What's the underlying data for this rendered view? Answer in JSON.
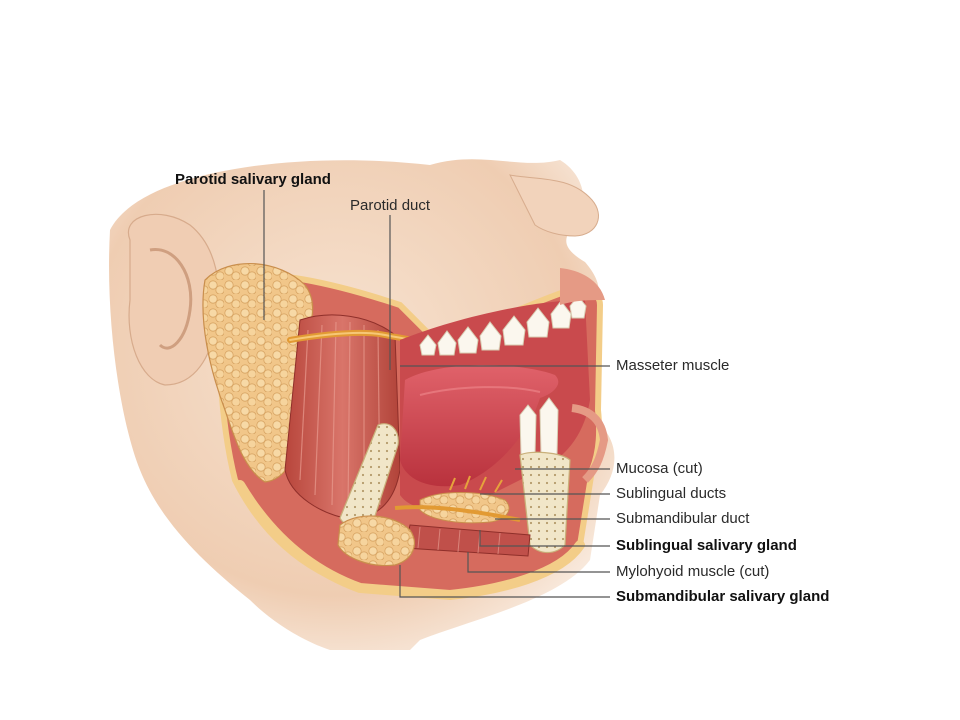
{
  "labels": {
    "parotid_gland": "Parotid salivary gland",
    "parotid_duct": "Parotid duct",
    "masseter": "Masseter muscle",
    "mucosa": "Mucosa (cut)",
    "sublingual_ducts": "Sublingual ducts",
    "submandibular_duct": "Submandibular duct",
    "sublingual_gland": "Sublingual salivary gland",
    "mylohyoid": "Mylohyoid muscle (cut)",
    "submandibular_gland": "Submandibular salivary gland"
  },
  "colors": {
    "skin": "#f3d6bf",
    "skin_shadow": "#e2b89b",
    "gland": "#f2c98a",
    "muscle": "#c9564a",
    "mucosa": "#d9534f",
    "tongue": "#d4454b",
    "teeth": "#fbf7ee",
    "bone": "#efe3c4",
    "duct": "#e6a23c",
    "leader": "#555555"
  }
}
